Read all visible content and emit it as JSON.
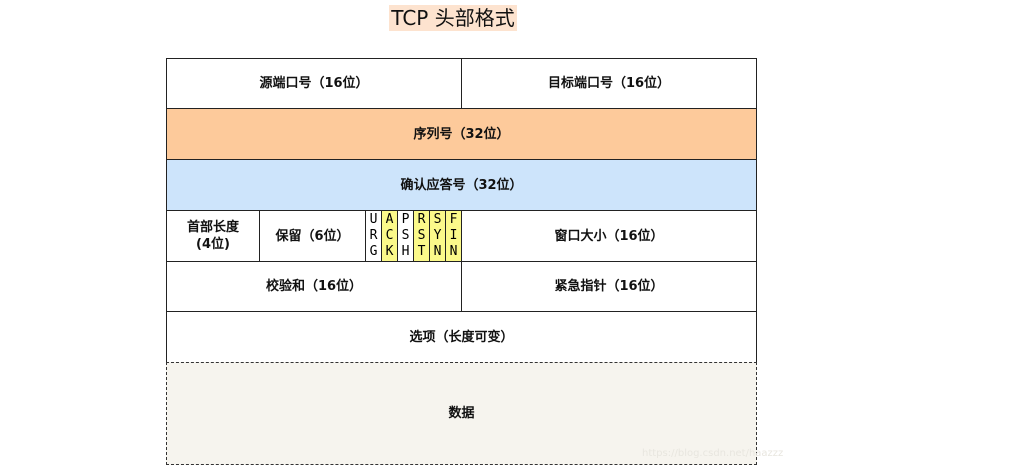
{
  "title": "TCP 头部格式",
  "colors": {
    "title_bg": "#fde3cf",
    "sequence": "#fdca9b",
    "ack": "#cde4fb",
    "flag_highlight": "#fbf98a",
    "data_bg": "#f6f4ee"
  },
  "rows": {
    "src_port": "源端口号（16位）",
    "dst_port": "目标端口号（16位）",
    "seq": "序列号（32位）",
    "ack": "确认应答号（32位）",
    "header_len_1": "首部长度",
    "header_len_2": "(4位)",
    "reserved": "保留（6位）",
    "window": "窗口大小（16位）",
    "checksum": "校验和（16位）",
    "urgent": "紧急指针（16位）",
    "options": "选项（长度可变）",
    "data": "数据"
  },
  "flags": [
    {
      "l": [
        "U",
        "R",
        "G"
      ],
      "highlight": false
    },
    {
      "l": [
        "A",
        "C",
        "K"
      ],
      "highlight": true
    },
    {
      "l": [
        "P",
        "S",
        "H"
      ],
      "highlight": false
    },
    {
      "l": [
        "R",
        "S",
        "T"
      ],
      "highlight": true
    },
    {
      "l": [
        "S",
        "Y",
        "N"
      ],
      "highlight": true
    },
    {
      "l": [
        "F",
        "I",
        "N"
      ],
      "highlight": true
    }
  ],
  "watermark": "https://blog.csdn.net/haazzz"
}
